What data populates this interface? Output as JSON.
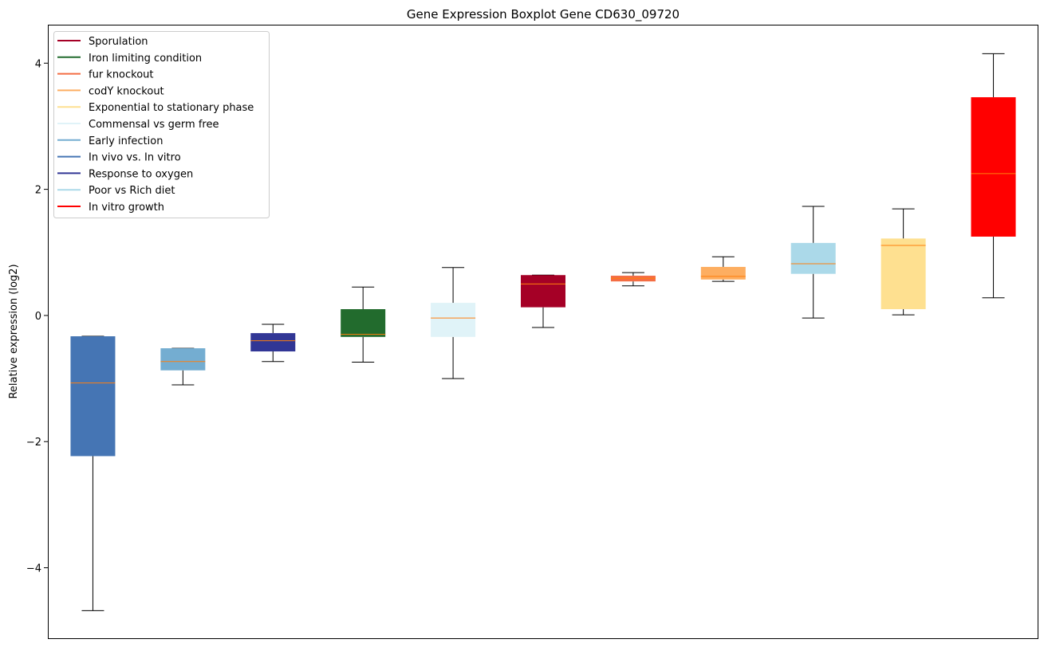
{
  "chart_data": {
    "type": "boxplot",
    "title": "Gene Expression Boxplot Gene CD630_09720",
    "xlabel": "",
    "ylabel": "Relative expression (log2)",
    "ylim": [
      -5.13,
      4.61
    ],
    "yticks": [
      4,
      2,
      0,
      -2,
      -4
    ],
    "ytick_labels": [
      "4",
      "2",
      "0",
      "−2",
      "−4"
    ],
    "grid": false,
    "legend_position": "top-left",
    "median_color": "#ff7f0e",
    "legend": [
      {
        "label": "Sporulation",
        "color": "#a50026"
      },
      {
        "label": "Iron limiting condition",
        "color": "#226b2d"
      },
      {
        "label": "fur knockout",
        "color": "#f46d43"
      },
      {
        "label": "codY knockout",
        "color": "#fdae61"
      },
      {
        "label": "Exponential to stationary phase",
        "color": "#fee090"
      },
      {
        "label": "Commensal vs germ free",
        "color": "#e0f3f8"
      },
      {
        "label": "Early infection",
        "color": "#74add1"
      },
      {
        "label": "In vivo vs. In vitro",
        "color": "#4575b4"
      },
      {
        "label": "Response to oxygen",
        "color": "#313695"
      },
      {
        "label": "Poor vs Rich diet",
        "color": "#abd9e9"
      },
      {
        "label": "In vitro growth",
        "color": "#ff0000"
      }
    ],
    "boxes": [
      {
        "name": "In vivo vs. In vitro",
        "color": "#4575b4",
        "whislo": -4.68,
        "q1": -2.23,
        "med": -1.07,
        "q3": -0.33,
        "whishi": -0.33
      },
      {
        "name": "Early infection",
        "color": "#74add1",
        "whislo": -1.1,
        "q1": -0.87,
        "med": -0.73,
        "q3": -0.52,
        "whishi": -0.52
      },
      {
        "name": "Response to oxygen",
        "color": "#313695",
        "whislo": -0.73,
        "q1": -0.57,
        "med": -0.4,
        "q3": -0.28,
        "whishi": -0.14
      },
      {
        "name": "Iron limiting condition",
        "color": "#226b2d",
        "whislo": -0.74,
        "q1": -0.34,
        "med": -0.3,
        "q3": 0.1,
        "whishi": 0.45
      },
      {
        "name": "Commensal vs germ free",
        "color": "#e0f3f8",
        "whislo": -1.0,
        "q1": -0.34,
        "med": -0.04,
        "q3": 0.2,
        "whishi": 0.76
      },
      {
        "name": "Sporulation",
        "color": "#a50026",
        "whislo": -0.19,
        "q1": 0.13,
        "med": 0.5,
        "q3": 0.64,
        "whishi": 0.64
      },
      {
        "name": "fur knockout",
        "color": "#f46d43",
        "whislo": 0.47,
        "q1": 0.54,
        "med": 0.59,
        "q3": 0.63,
        "whishi": 0.68
      },
      {
        "name": "codY knockout",
        "color": "#fdae61",
        "whislo": 0.54,
        "q1": 0.57,
        "med": 0.62,
        "q3": 0.77,
        "whishi": 0.93
      },
      {
        "name": "Poor vs Rich diet",
        "color": "#abd9e9",
        "whislo": -0.04,
        "q1": 0.66,
        "med": 0.82,
        "q3": 1.15,
        "whishi": 1.73
      },
      {
        "name": "Exponential to stationary phase",
        "color": "#fee090",
        "whislo": 0.01,
        "q1": 0.1,
        "med": 1.11,
        "q3": 1.22,
        "whishi": 1.69
      },
      {
        "name": "In vitro growth",
        "color": "#ff0000",
        "whislo": 0.28,
        "q1": 1.25,
        "med": 2.25,
        "q3": 3.46,
        "whishi": 4.15
      }
    ]
  }
}
